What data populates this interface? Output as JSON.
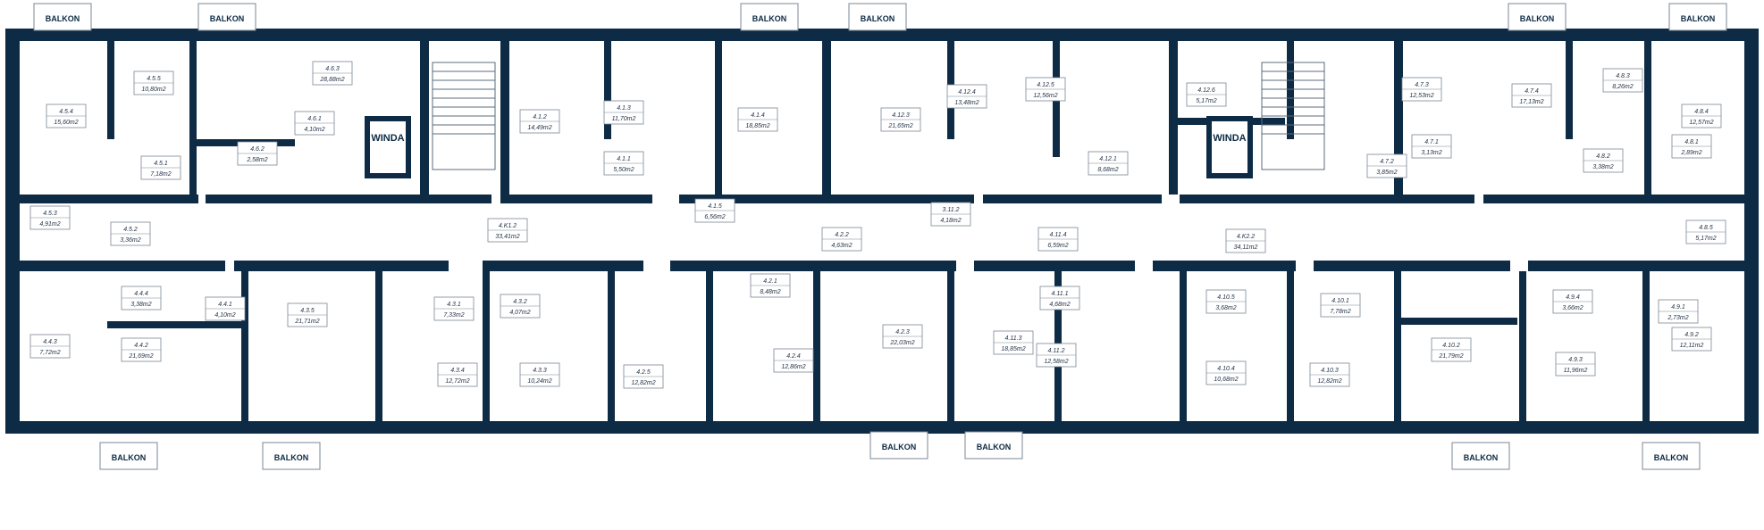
{
  "colors": {
    "wall": "#0e2b45",
    "line": "#5b6b7d",
    "background": "#ffffff"
  },
  "balcony_label": "BALKON",
  "winda_label": "WINDA",
  "rooms_top": [
    {
      "id": "4.5.4",
      "area": "15,60m2"
    },
    {
      "id": "4.5.5",
      "area": "10,80m2"
    },
    {
      "id": "4.6.3",
      "area": "28,88m2"
    },
    {
      "id": "4.6.1",
      "area": "4,10m2"
    },
    {
      "id": "4.5.1",
      "area": "7,18m2"
    },
    {
      "id": "4.6.2",
      "area": "2,58m2"
    },
    {
      "id": "4.5.3",
      "area": "4,91m2"
    },
    {
      "id": "4.5.2",
      "area": "3,36m2"
    },
    {
      "id": "4.1.2",
      "area": "14,49m2"
    },
    {
      "id": "4.1.3",
      "area": "11,70m2"
    },
    {
      "id": "4.1.1",
      "area": "5,50m2"
    },
    {
      "id": "4.1.4",
      "area": "18,85m2"
    },
    {
      "id": "4.12.3",
      "area": "21,65m2"
    },
    {
      "id": "4.12.4",
      "area": "13,48m2"
    },
    {
      "id": "4.12.5",
      "area": "12,56m2"
    },
    {
      "id": "4.12.1",
      "area": "8,68m2"
    },
    {
      "id": "4.12.6",
      "area": "5,17m2"
    },
    {
      "id": "4.7.3",
      "area": "12,53m2"
    },
    {
      "id": "4.7.4",
      "area": "17,13m2"
    },
    {
      "id": "4.7.1",
      "area": "3,13m2"
    },
    {
      "id": "4.7.2",
      "area": "3,85m2"
    },
    {
      "id": "4.8.3",
      "area": "8,26m2"
    },
    {
      "id": "4.8.4",
      "area": "12,57m2"
    },
    {
      "id": "4.8.1",
      "area": "2,89m2"
    },
    {
      "id": "4.8.2",
      "area": "3,38m2"
    },
    {
      "id": "4.8.5",
      "area": "5,17m2"
    }
  ],
  "rooms_middle": [
    {
      "id": "4.K1.2",
      "area": "33,41m2"
    },
    {
      "id": "4.1.5",
      "area": "6,56m2"
    },
    {
      "id": "4.2.2",
      "area": "4,63m2"
    },
    {
      "id": "3.11.2",
      "area": "4,18m2"
    },
    {
      "id": "4.11.4",
      "area": "6,59m2"
    },
    {
      "id": "4.K2.2",
      "area": "34,11m2"
    }
  ],
  "rooms_bottom": [
    {
      "id": "4.4.4",
      "area": "3,38m2"
    },
    {
      "id": "4.4.1",
      "area": "4,10m2"
    },
    {
      "id": "4.4.3",
      "area": "7,72m2"
    },
    {
      "id": "4.4.2",
      "area": "21,69m2"
    },
    {
      "id": "4.3.5",
      "area": "21,71m2"
    },
    {
      "id": "4.3.1",
      "area": "7,33m2"
    },
    {
      "id": "4.3.2",
      "area": "4,07m2"
    },
    {
      "id": "4.3.4",
      "area": "12,72m2"
    },
    {
      "id": "4.3.3",
      "area": "10,24m2"
    },
    {
      "id": "4.2.1",
      "area": "8,48m2"
    },
    {
      "id": "4.2.5",
      "area": "12,82m2"
    },
    {
      "id": "4.2.4",
      "area": "12,86m2"
    },
    {
      "id": "4.2.3",
      "area": "22,03m2"
    },
    {
      "id": "4.11.1",
      "area": "4,68m2"
    },
    {
      "id": "4.11.3",
      "area": "18,85m2"
    },
    {
      "id": "4.11.2",
      "area": "12,58m2"
    },
    {
      "id": "4.10.5",
      "area": "3,68m2"
    },
    {
      "id": "4.10.1",
      "area": "7,78m2"
    },
    {
      "id": "4.10.4",
      "area": "10,68m2"
    },
    {
      "id": "4.10.3",
      "area": "12,82m2"
    },
    {
      "id": "4.10.2",
      "area": "21,79m2"
    },
    {
      "id": "4.9.4",
      "area": "3,66m2"
    },
    {
      "id": "4.9.1",
      "area": "2,73m2"
    },
    {
      "id": "4.9.3",
      "area": "11,96m2"
    },
    {
      "id": "4.9.2",
      "area": "12,11m2"
    }
  ]
}
